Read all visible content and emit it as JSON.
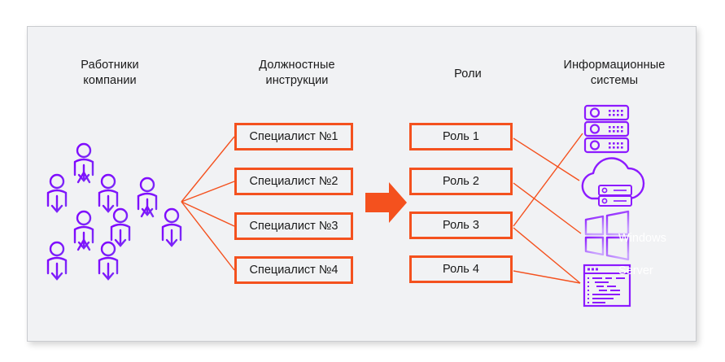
{
  "diagram": {
    "title_bg": "#f1f2f4",
    "accent_orange": "#f4511e",
    "accent_purple": "#8c1aff",
    "accent_violet": "#a855f7",
    "columns": [
      {
        "id": "workers",
        "label": "Работники\nкомпании"
      },
      {
        "id": "jobdesc",
        "label": "Должностные\nинструкции"
      },
      {
        "id": "roles",
        "label": "Роли"
      },
      {
        "id": "infosys",
        "label": "Информационные\nсистемы"
      }
    ],
    "column_labels": {
      "workers_line1": "Работники",
      "workers_line2": "компании",
      "jobdesc_line1": "Должностные",
      "jobdesc_line2": "инструкции",
      "roles": "Роли",
      "infosys_line1": "Информационные",
      "infosys_line2": "системы"
    },
    "specialists": [
      {
        "label": "Специалист №1"
      },
      {
        "label": "Специалист №2"
      },
      {
        "label": "Специалист №3"
      },
      {
        "label": "Специалист №4"
      }
    ],
    "roles": [
      {
        "label": "Роль 1"
      },
      {
        "label": "Роль 2"
      },
      {
        "label": "Роль 3"
      },
      {
        "label": "Роль 4"
      }
    ],
    "employee_groups": [
      {
        "name": "employee-group-1"
      },
      {
        "name": "employee-group-2"
      },
      {
        "name": "employee-group-3"
      }
    ],
    "systems": [
      {
        "name": "server-rack-icon",
        "label": ""
      },
      {
        "name": "cloud-server-icon",
        "label": ""
      },
      {
        "name": "windows-server-icon",
        "label": "Windows\nServer"
      },
      {
        "name": "code-editor-icon",
        "label": ""
      }
    ],
    "windows_label_line1": "Windows",
    "windows_label_line2": "Server",
    "transform_arrow": {
      "name": "transform-arrow",
      "direction": "right"
    },
    "connections": [
      {
        "from": "employees",
        "to": "Специалист №1"
      },
      {
        "from": "employees",
        "to": "Специалист №2"
      },
      {
        "from": "employees",
        "to": "Специалист №3"
      },
      {
        "from": "employees",
        "to": "Специалист №4"
      },
      {
        "from": "Роль 1",
        "to": "cloud-server-icon"
      },
      {
        "from": "Роль 2",
        "to": "windows-server-icon"
      },
      {
        "from": "Роль 3",
        "to": "server-rack-icon"
      },
      {
        "from": "Роль 3",
        "to": "code-editor-icon"
      },
      {
        "from": "Роль 4",
        "to": "code-editor-icon"
      }
    ]
  }
}
